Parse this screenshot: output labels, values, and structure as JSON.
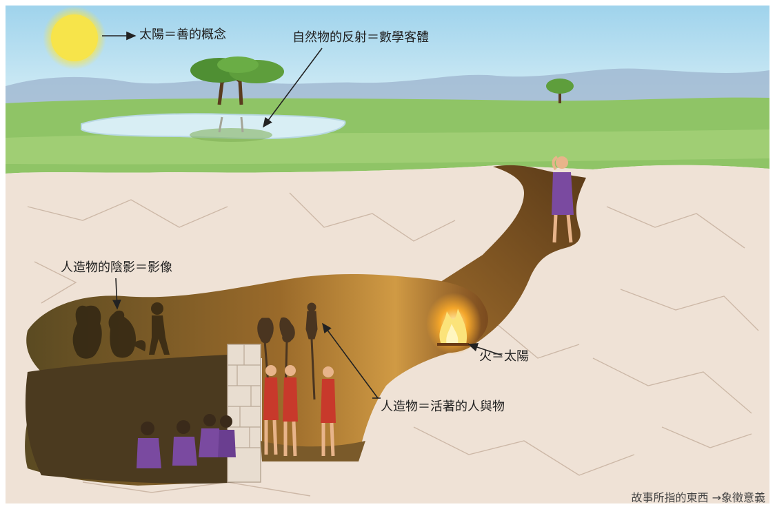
{
  "labels": {
    "sun": "太陽＝善的概念",
    "reflection": "自然物的反射＝數學客體",
    "shadows": "人造物的陰影＝影像",
    "fire": "火＝太陽",
    "artifacts": "人造物＝活著的人與物",
    "caption": "故事所指的東西 →象徵意義"
  },
  "colors": {
    "sky": "#bfe3f1",
    "grass": "#8fc466",
    "ground": "#efe2d6",
    "cave_dark": "#4b3a1f",
    "fire": "#f4a62a",
    "sun": "#f7e44a",
    "tunic_red": "#c8392b",
    "tunic_purple": "#7a4aa0",
    "label_text": "#222222"
  }
}
